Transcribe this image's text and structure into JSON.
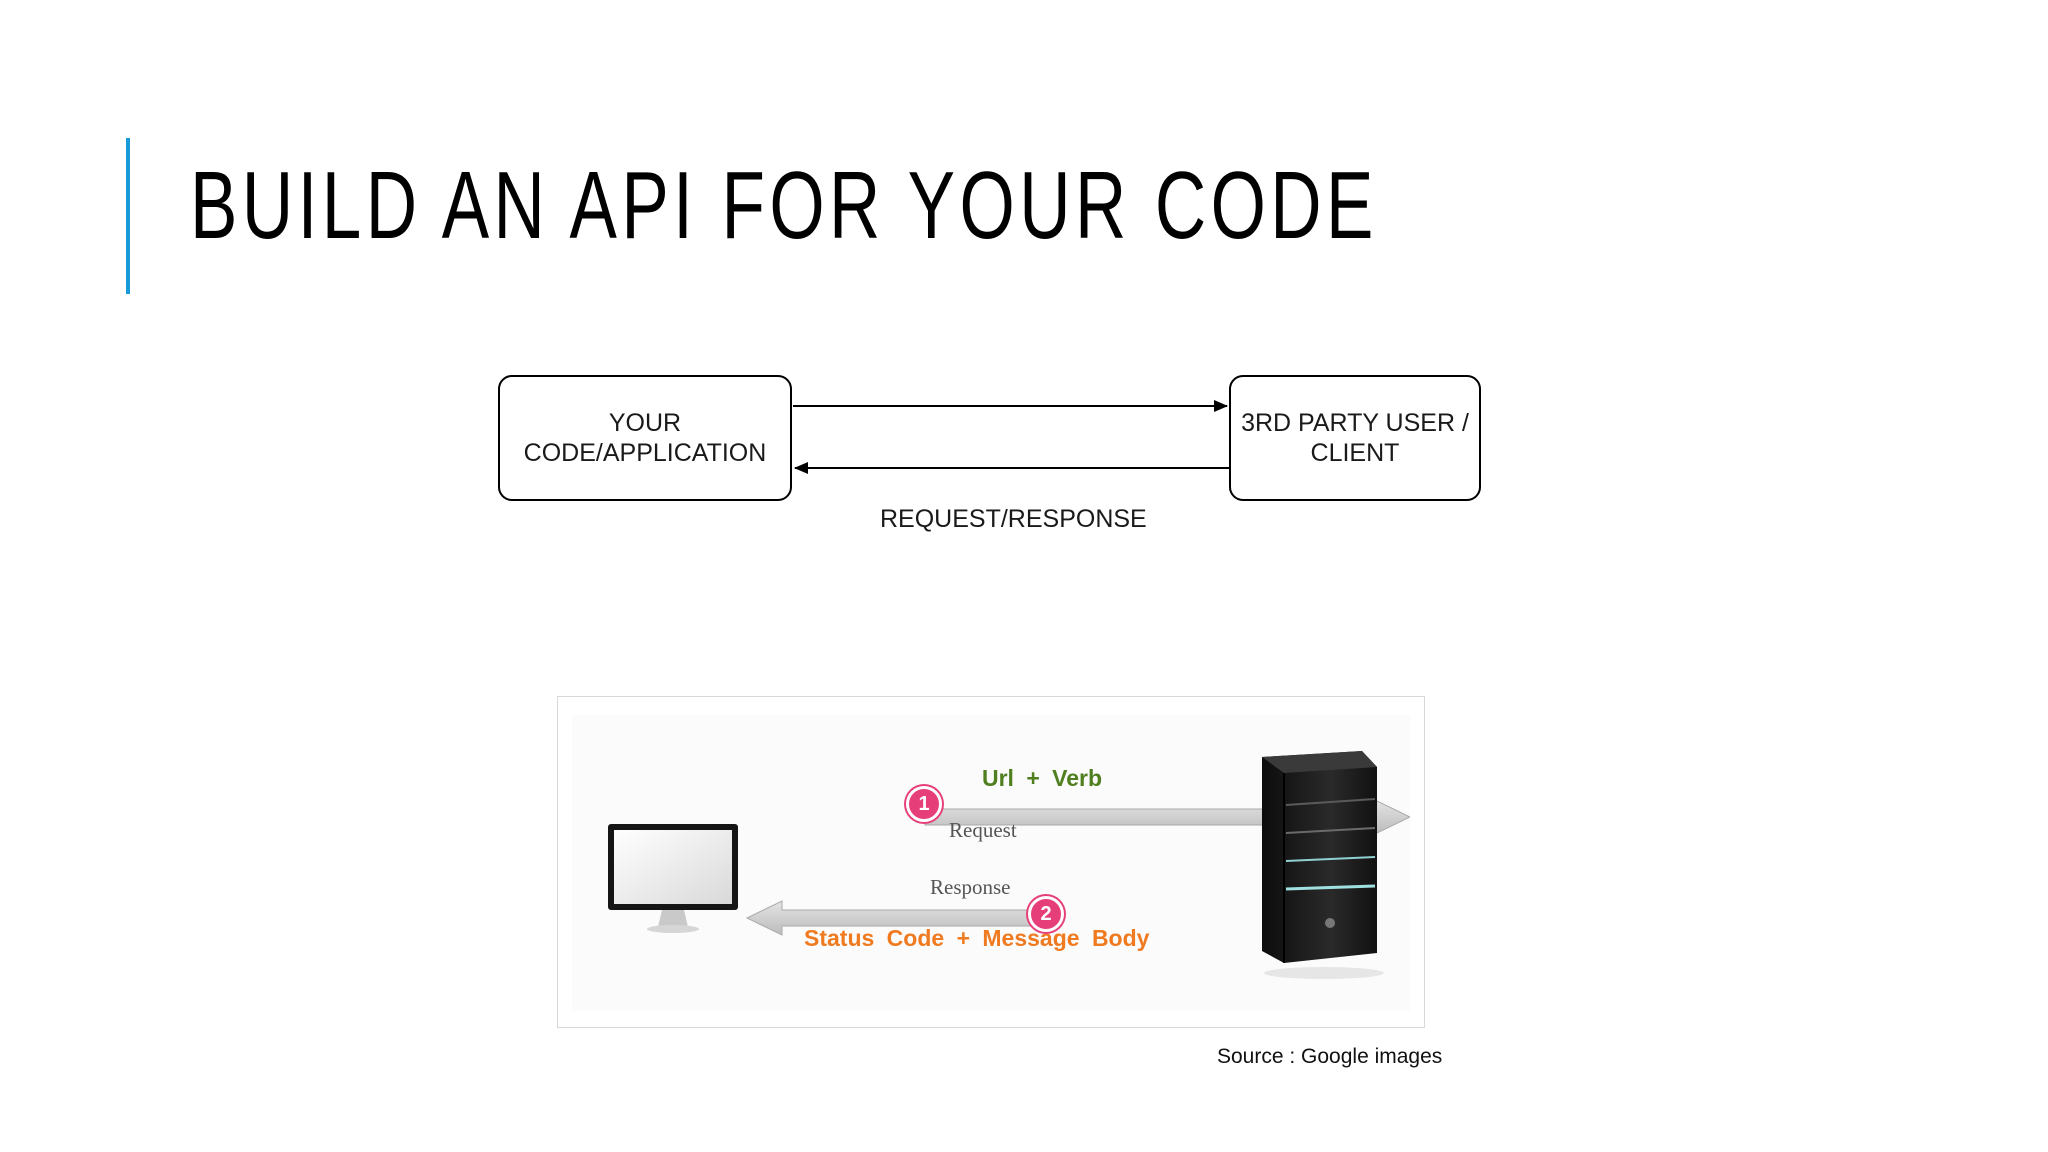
{
  "slide": {
    "title": "BUILD AN API FOR YOUR CODE",
    "accent_color": "#1a9ad6"
  },
  "diagram_top": {
    "left_box": "YOUR\nCODE/APPLICATION",
    "right_box": "3RD PARTY USER /\nCLIENT",
    "connector_label": "REQUEST/RESPONSE"
  },
  "diagram_bottom": {
    "request_heading": "Url  +  Verb",
    "request_label": "Request",
    "response_label": "Response",
    "response_heading": "Status Code  +  Message Body",
    "step_1": "1",
    "step_2": "2",
    "request_color": "#4f7f1f",
    "response_color": "#f07a1f",
    "badge_color": "#e63e78"
  },
  "source": "Source : Google images"
}
